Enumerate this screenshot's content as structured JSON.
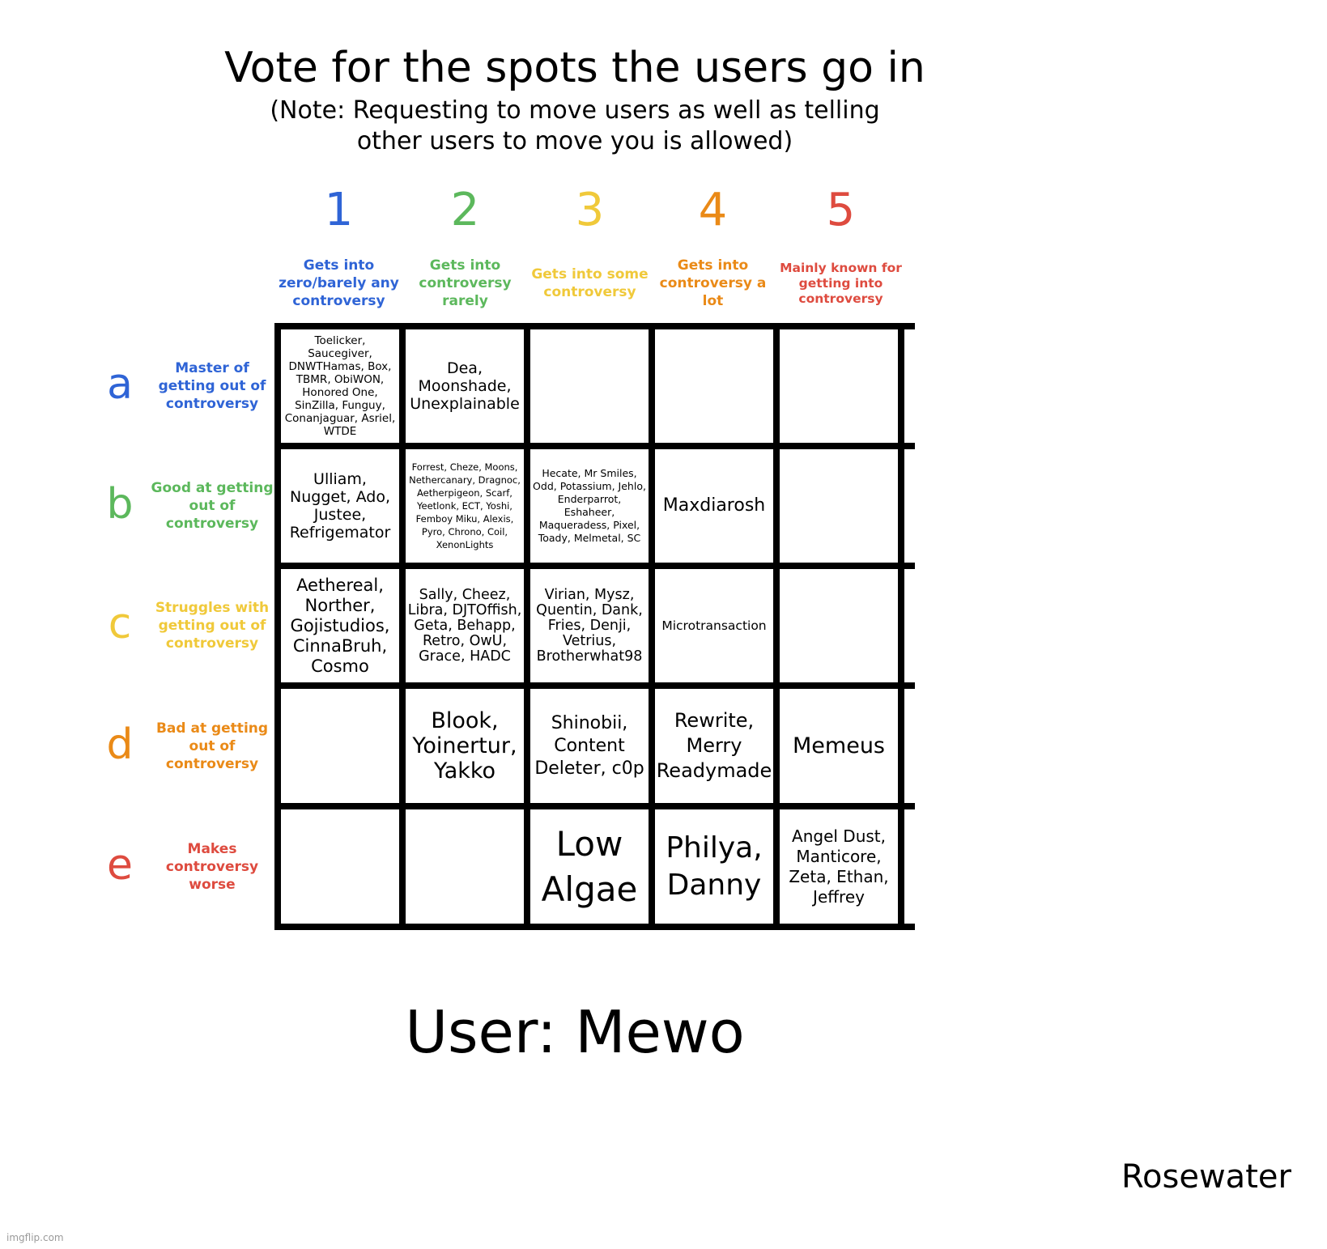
{
  "title": "Vote for the spots the users go in",
  "subtitle": "(Note: Requesting to move users as well as telling other users to move you is allowed)",
  "colors": {
    "blue": "#2f64d6",
    "green": "#5cb85c",
    "yellow": "#f0c93a",
    "orange": "#ea8a17",
    "red": "#de4b3f",
    "grid": "#000000"
  },
  "columns": [
    {
      "number": "1",
      "label": "Gets into zero/barely any controversy",
      "color": "#2f64d6"
    },
    {
      "number": "2",
      "label": "Gets into controversy rarely",
      "color": "#5cb85c"
    },
    {
      "number": "3",
      "label": "Gets into some controversy",
      "color": "#f0c93a"
    },
    {
      "number": "4",
      "label": "Gets into controversy a lot",
      "color": "#ea8a17"
    },
    {
      "number": "5",
      "label": "Mainly known for getting into controversy",
      "color": "#de4b3f"
    }
  ],
  "rows": [
    {
      "letter": "a",
      "label": "Master of getting out of controversy",
      "color": "#2f64d6"
    },
    {
      "letter": "b",
      "label": "Good at getting out of controversy",
      "color": "#5cb85c"
    },
    {
      "letter": "c",
      "label": "Struggles with getting out of controversy",
      "color": "#f0c93a"
    },
    {
      "letter": "d",
      "label": "Bad at getting out of controversy",
      "color": "#ea8a17"
    },
    {
      "letter": "e",
      "label": "Makes controversy worse",
      "color": "#de4b3f"
    }
  ],
  "cells": [
    [
      "Toelicker, Saucegiver, DNWTHamas, Box, TBMR, ObiWON, Honored One, SinZilla, Funguy, Conanjaguar, Asriel, WTDE",
      "Dea, Moonshade, Unexplainable",
      "",
      "",
      ""
    ],
    [
      "Ulliam, Nugget, Ado, Justee, Refrigemator",
      "Forrest, Cheze, Moons, Nethercanary, Dragnoc, Aetherpigeon, Scarf, Yeetlonk, ECT, Yoshi, Femboy Miku, Alexis, Pyro, Chrono, Coil, XenonLights",
      "Hecate, Mr Smiles, Odd, Potassium, Jehlo, Enderparrot, Eshaheer, Maqueradess, Pixel, Toady, Melmetal, SC",
      "Maxdiarosh",
      ""
    ],
    [
      "Aethereal, Norther, Gojistudios, CinnaBruh, Cosmo",
      "Sally, Cheez, Libra, DJTOffish, Geta, Behapp, Retro, OwU, Grace, HADC",
      "Virian, Mysz, Quentin, Dank, Fries, Denji, Vetrius, Brotherwhat98",
      "Microtransaction",
      ""
    ],
    [
      "",
      "Blook, Yoinertur, Yakko",
      "Shinobii, Content Deleter, c0p",
      "Rewrite, Merry Readymade",
      "Memeus"
    ],
    [
      "",
      "",
      "Low Algae",
      "Philya, Danny",
      "Angel Dust, Manticore, Zeta, Ethan, Jeffrey"
    ]
  ],
  "user_label": "User: Mewo",
  "signature": "Rosewater",
  "watermark": "imgflip.com"
}
